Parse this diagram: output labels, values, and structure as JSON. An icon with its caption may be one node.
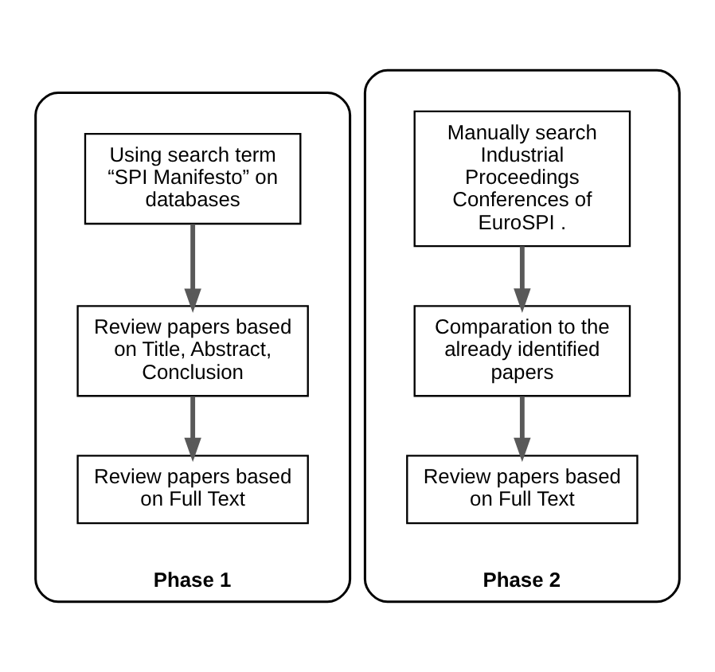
{
  "diagram": {
    "nodes": [
      {
        "text": [
          "Phase 1"
        ]
      },
      {
        "text": [
          "Using search term “SPI Manifesto” on databases"
        ],
        "in": 0
      },
      {
        "text": [
          "Review papers based on Title, Abstract, Conclusion"
        ],
        "in": 0
      },
      {
        "text": [
          "Review papers based on Full Text"
        ],
        "in": 0
      },
      {
        "text": [
          "Phase 2"
        ]
      },
      {
        "text": [
          "Manually search Industrial Proceedings Conferences of EuroSPI ."
        ],
        "in": 4
      },
      {
        "text": [
          "Comparation to the already identified papers"
        ],
        "in": 4
      },
      {
        "text": [
          "Review papers based on Full Text"
        ],
        "in": 4
      }
    ],
    "edges": [
      {
        "from": 1,
        "to": 2,
        "arrow": "to"
      },
      {
        "from": 2,
        "to": 3,
        "arrow": "to"
      },
      {
        "from": 5,
        "to": 6,
        "arrow": "to"
      },
      {
        "from": 6,
        "to": 7,
        "arrow": "to"
      }
    ]
  }
}
